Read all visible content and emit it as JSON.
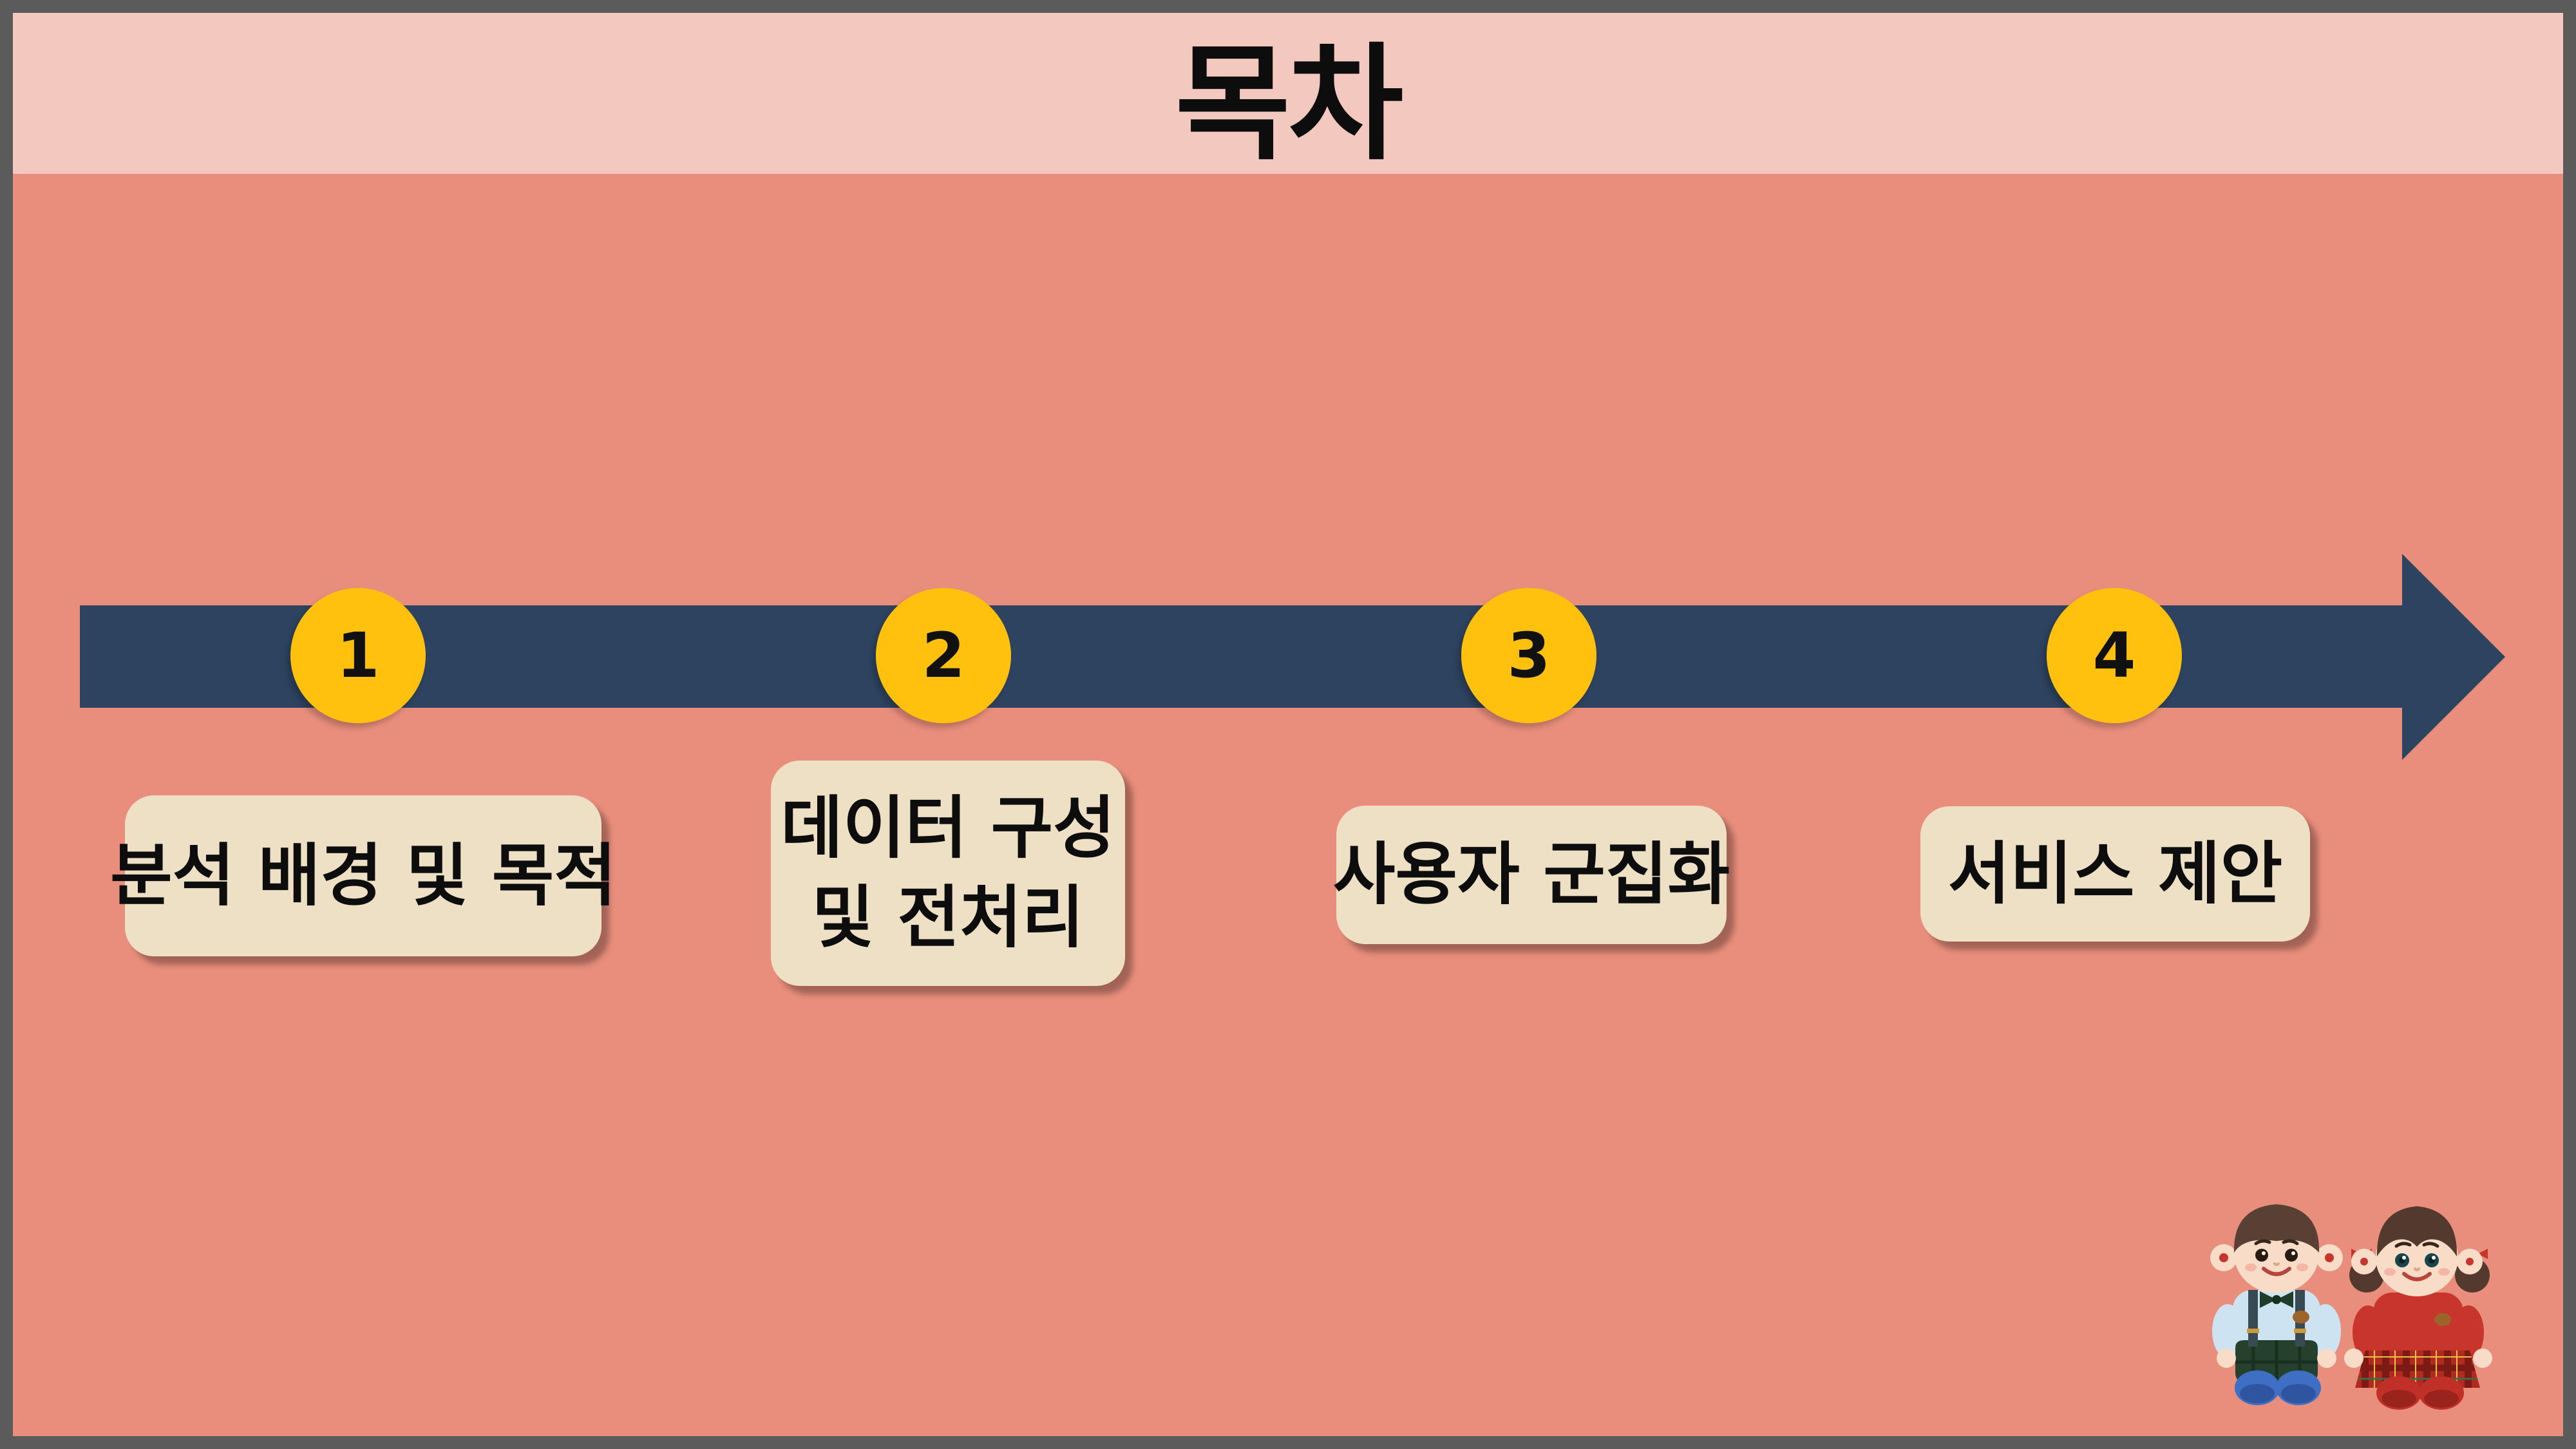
{
  "slide": {
    "title": "목차",
    "steps": [
      {
        "number": "1",
        "lines": [
          "분석 배경 및 목적",
          ""
        ]
      },
      {
        "number": "2",
        "lines": [
          "데이터 구성",
          "및 전처리"
        ]
      },
      {
        "number": "3",
        "lines": [
          "사용자 군집화",
          ""
        ]
      },
      {
        "number": "4",
        "lines": [
          "서비스 제안",
          ""
        ]
      }
    ],
    "colors": {
      "border_gray": "#5B5B5B",
      "header_pink": "#F3C8BE",
      "background_salmon": "#E98E7C",
      "arrow_navy": "#2E4360",
      "circle_yellow": "#FFC10D",
      "box_beige": "#EDE0C5",
      "text_black": "#0D0D0D"
    },
    "illustration": "two plush dolls (boy in blue shirt with suspenders, girl in red sweater with plaid skirt)"
  }
}
